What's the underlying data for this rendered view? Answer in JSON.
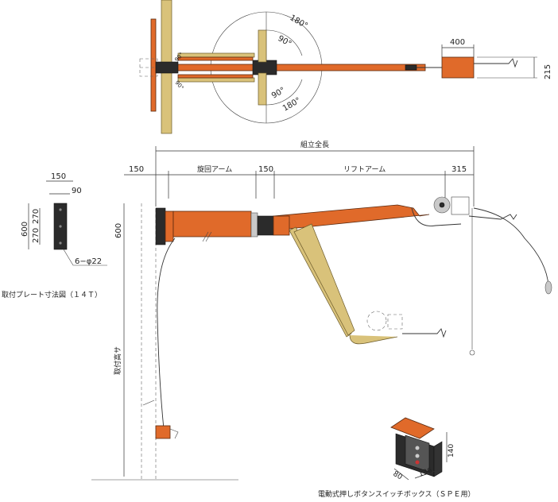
{
  "top_view": {
    "angle_180_top": "180°",
    "angle_90_top": "90°",
    "angle_90_bottom": "90°",
    "angle_180_bottom": "180°",
    "angle_90_left_top": "90°",
    "angle_90_left_bottom": "90°",
    "dim_box_width": "400",
    "dim_box_height": "215"
  },
  "side_view": {
    "dim_total_label": "組立全長",
    "dim_150_left": "150",
    "dim_swing_arm": "旋回アーム",
    "dim_150_mid": "150",
    "dim_lift_arm": "リフトアーム",
    "dim_315": "315",
    "dim_600": "600",
    "mount_height_label": "取付高サ"
  },
  "plate": {
    "dim_150": "150",
    "dim_90": "90",
    "dim_600": "600",
    "dim_270_top": "270",
    "dim_270_bottom": "270",
    "holes": "6−φ22",
    "caption": "取付プレート寸法図（１４Ｔ）"
  },
  "switch_box": {
    "dim_140": "140",
    "dim_136": "136",
    "dim_80": "80",
    "caption": "電動式押しボタンスイッチボックス（ＳＰＥ用）"
  }
}
